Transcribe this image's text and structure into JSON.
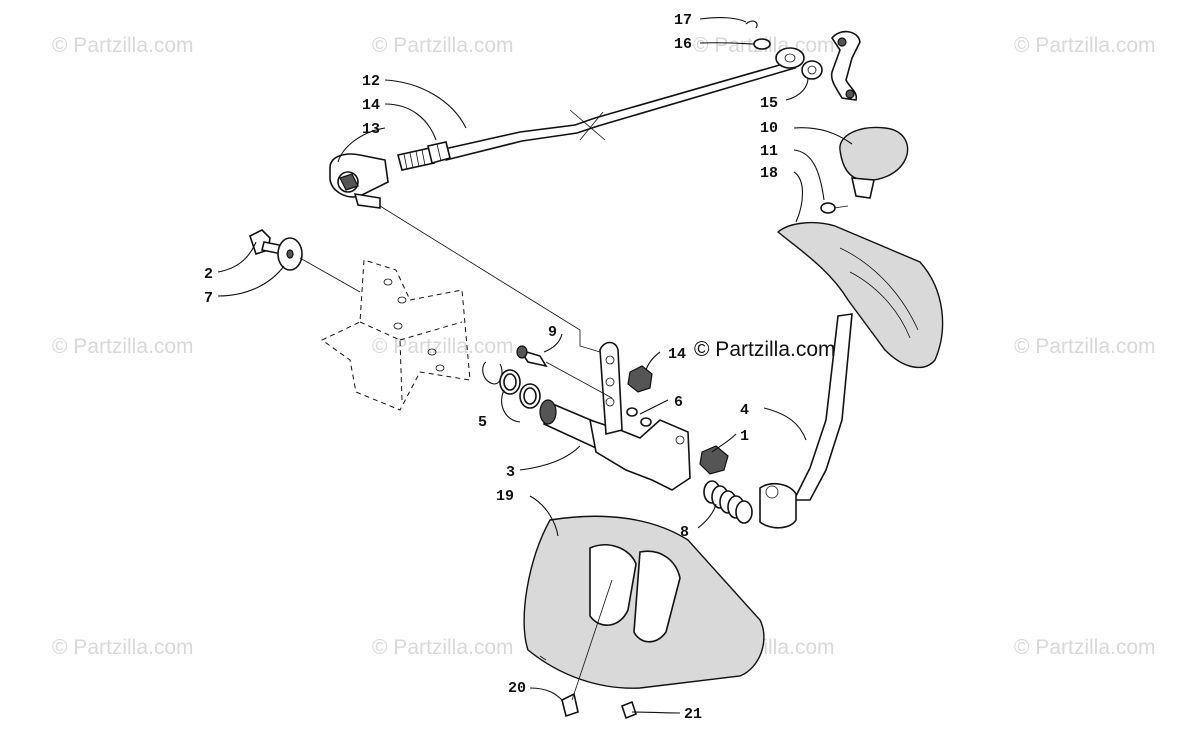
{
  "watermark": {
    "text": "© Partzilla.com"
  },
  "brand": {
    "text": "© Partzilla.com"
  },
  "callouts": [
    {
      "id": "c1",
      "label": "1"
    },
    {
      "id": "c2",
      "label": "2"
    },
    {
      "id": "c3",
      "label": "3"
    },
    {
      "id": "c4",
      "label": "4"
    },
    {
      "id": "c5",
      "label": "5"
    },
    {
      "id": "c6",
      "label": "6"
    },
    {
      "id": "c7",
      "label": "7"
    },
    {
      "id": "c8",
      "label": "8"
    },
    {
      "id": "c9",
      "label": "9"
    },
    {
      "id": "c10",
      "label": "10"
    },
    {
      "id": "c11",
      "label": "11"
    },
    {
      "id": "c12",
      "label": "12"
    },
    {
      "id": "c13",
      "label": "13"
    },
    {
      "id": "c14a",
      "label": "14"
    },
    {
      "id": "c14b",
      "label": "14"
    },
    {
      "id": "c15",
      "label": "15"
    },
    {
      "id": "c16",
      "label": "16"
    },
    {
      "id": "c17",
      "label": "17"
    },
    {
      "id": "c18",
      "label": "18"
    },
    {
      "id": "c19",
      "label": "19"
    },
    {
      "id": "c20",
      "label": "20"
    },
    {
      "id": "c21",
      "label": "21"
    }
  ]
}
